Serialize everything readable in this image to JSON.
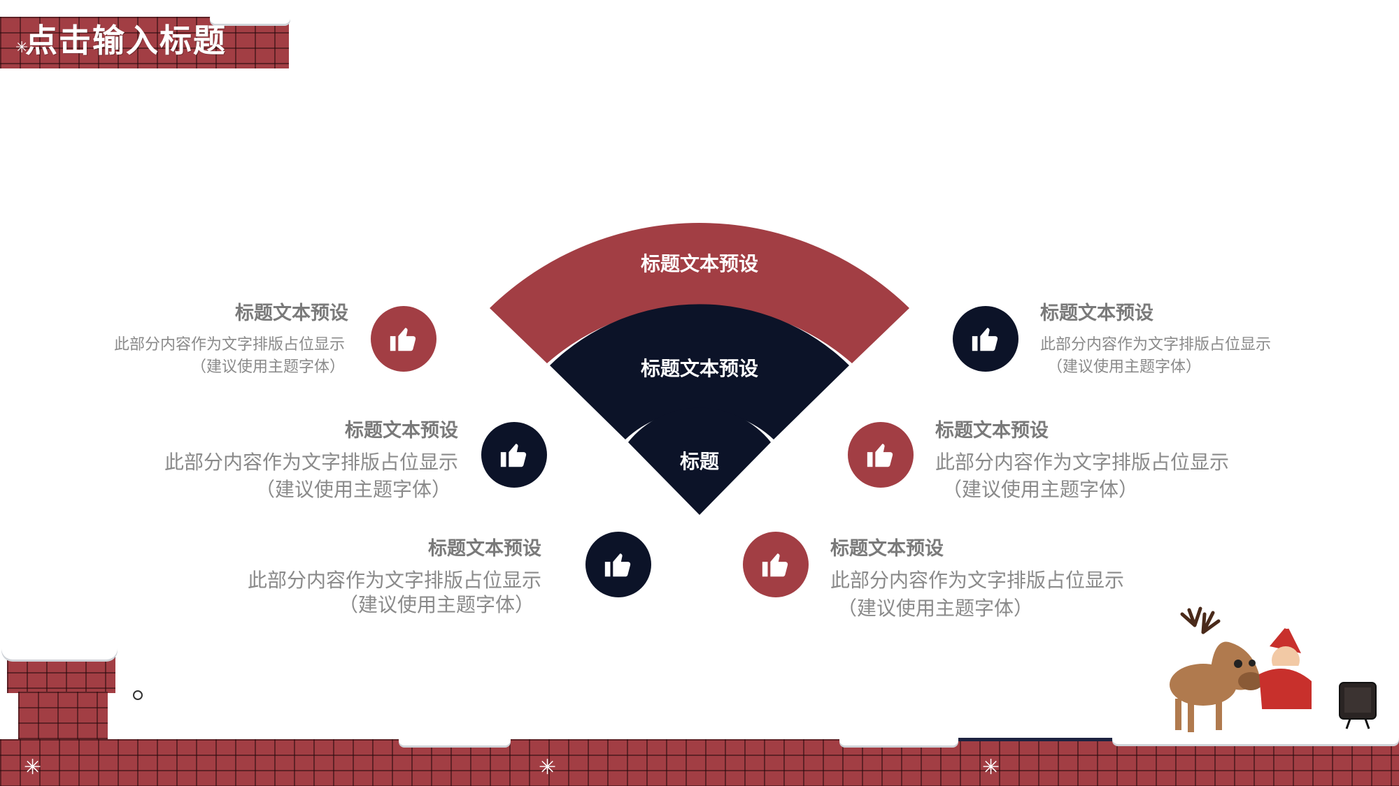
{
  "page_title": "点击输入标题",
  "fan": {
    "outer": "标题文本预设",
    "middle": "标题文本预设",
    "inner": "标题"
  },
  "items": [
    {
      "title": "标题文本预设",
      "desc": "此部分内容作为文字排版占位显示",
      "note": "（建议使用主题字体）",
      "color": "#a23e44",
      "icon": "thumbs-up-icon"
    },
    {
      "title": "标题文本预设",
      "desc": "此部分内容作为文字排版占位显示",
      "note": "（建议使用主题字体）",
      "color": "#0c1328",
      "icon": "thumbs-up-icon"
    },
    {
      "title": "标题文本预设",
      "desc": "此部分内容作为文字排版占位显示",
      "note": "（建议使用主题字体）",
      "color": "#0c1328",
      "icon": "thumbs-up-icon"
    },
    {
      "title": "标题文本预设",
      "desc": "此部分内容作为文字排版占位显示",
      "note": "（建议使用主题字体）",
      "color": "#0c1328",
      "icon": "thumbs-up-icon"
    },
    {
      "title": "标题文本预设",
      "desc": "此部分内容作为文字排版占位显示",
      "note": "（建议使用主题字体）",
      "color": "#a23e44",
      "icon": "thumbs-up-icon"
    },
    {
      "title": "标题文本预设",
      "desc": "此部分内容作为文字排版占位显示",
      "note": "（建议使用主题字体）",
      "color": "#a23e44",
      "icon": "thumbs-up-icon"
    }
  ],
  "colors": {
    "accent": "#a23e44",
    "navy": "#0c1328",
    "text": "#7a7a7a"
  }
}
